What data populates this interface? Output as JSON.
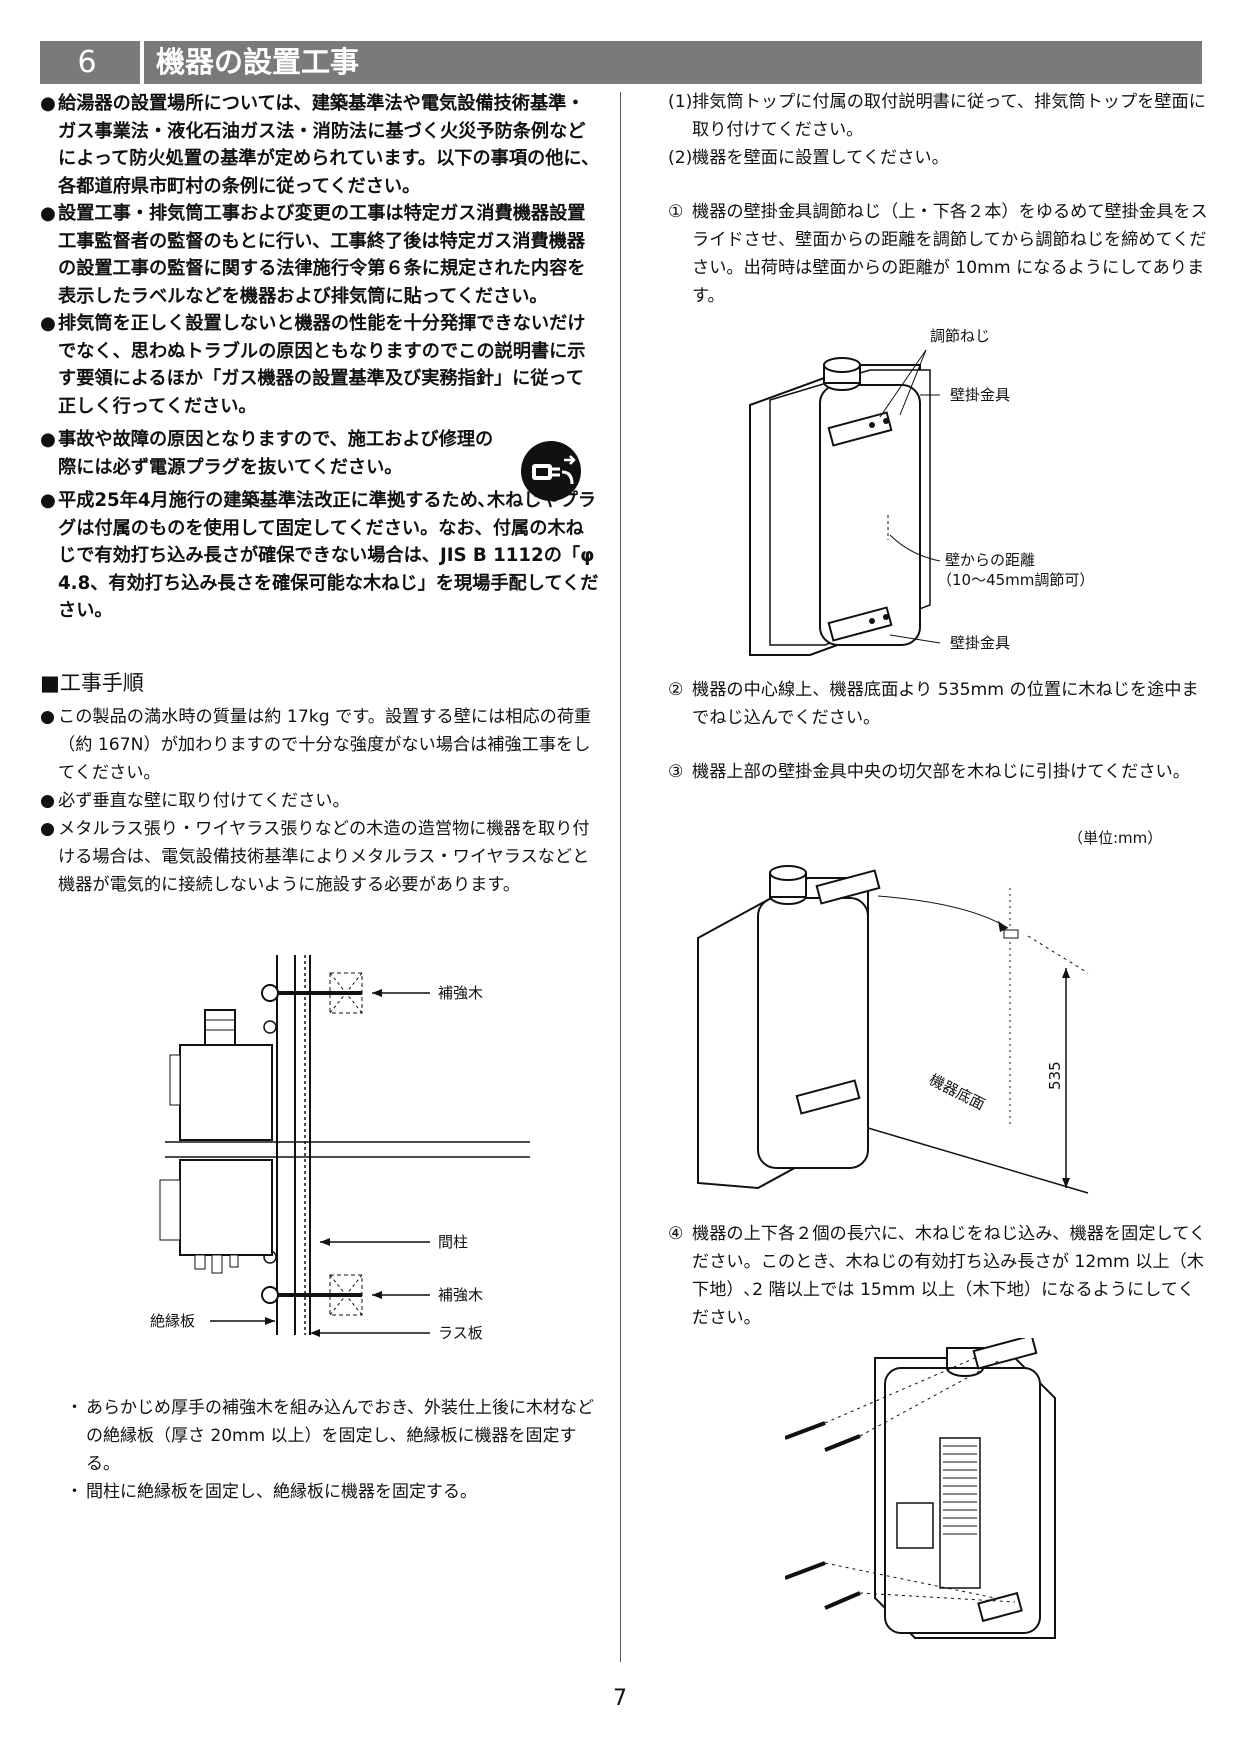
{
  "section": {
    "number": "6",
    "title": "機器の設置工事"
  },
  "left": {
    "bullets": [
      "給湯器の設置場所については、建築基準法や電気設備技術基準・ガス事業法・液化石油ガス法・消防法に基づく火災予防条例などによって防火処置の基準が定められています。以下の事項の他に、各都道府県市町村の条例に従ってください。",
      "設置工事・排気筒工事および変更の工事は特定ガス消費機器設置工事監督者の監督のもとに行い、工事終了後は特定ガス消費機器の設置工事の監督に関する法律施行令第６条に規定された内容を表示したラベルなどを機器および排気筒に貼ってください。",
      "排気筒を正しく設置しないと機器の性能を十分発揮できないだけでなく、思わぬトラブルの原因ともなりますのでこの説明書に示す要領によるほか「ガス機器の設置基準及び実務指針」に従って正しく行ってください。",
      "事故や故障の原因となりますので、施工および修理の際には必ず電源プラグを抜いてください。",
      "平成25年4月施行の建築基準法改正に準拠するため､木ねじやプラグは付属のものを使用して固定してください。なお、付属の木ねじで有効打ち込み長さが確保できない場合は、JIS B 1112の「φ 4.8、有効打ち込み長さを確保可能な木ねじ」を現場手配してください。"
    ],
    "procedure_heading": "■工事手順",
    "procedure_bullets": [
      "この製品の満水時の質量は約 17kg です。設置する壁には相応の荷重（約 167N）が加わりますので十分な強度がない場合は補強工事をしてください。",
      "必ず垂直な壁に取り付けてください。",
      "メタルラス張り・ワイヤラス張りなどの木造の造営物に機器を取り付ける場合は、電気設備技術基準によりメタルラス・ワイヤラスなどと機器が電気的に接続しないように施設する必要があります。"
    ],
    "wall_figure": {
      "label_reinforce_top": "補強木",
      "label_stud": "間柱",
      "label_reinforce_bottom": "補強木",
      "label_insulator": "絶縁板",
      "label_lath": "ラス板"
    },
    "notes": [
      "あらかじめ厚手の補強木を組み込んでおき、外装仕上後に木材などの絶縁板（厚さ 20mm 以上）を固定し、絶縁板に機器を固定する。",
      "間柱に絶縁板を固定し、絶縁板に機器を固定する。"
    ],
    "note_marker": "・",
    "bullet_marker": "●"
  },
  "right": {
    "intro": [
      {
        "lead": "(1)",
        "text": "排気筒トップに付属の取付説明書に従って、排気筒トップを壁面に取り付けてください。"
      },
      {
        "lead": "(2)",
        "text": "機器を壁面に設置してください。"
      }
    ],
    "step1": {
      "lead": "①",
      "text": "機器の壁掛金具調節ねじ（上・下各２本）をゆるめて壁掛金具をスライドさせ、壁面からの距離を調節してから調節ねじを締めてください。出荷時は壁面からの距離が 10mm になるようにしてあります。"
    },
    "fig1": {
      "label_screw": "調節ねじ",
      "label_bracket_top": "壁掛金具",
      "label_distance": "壁からの距離",
      "label_distance_note": "（10〜45mm調節可）",
      "label_bracket_bottom": "壁掛金具"
    },
    "step2": {
      "lead": "②",
      "text": "機器の中心線上、機器底面より 535mm の位置に木ねじを途中までねじ込んでください。"
    },
    "step3": {
      "lead": "③",
      "text": "機器上部の壁掛金具中央の切欠部を木ねじに引掛けてください。"
    },
    "fig2": {
      "unit": "（単位:mm）",
      "dimension": "535",
      "label_bottom": "機器底面"
    },
    "step4": {
      "lead": "④",
      "text": "機器の上下各２個の長穴に、木ねじをねじ込み、機器を固定してください。このとき、木ねじの有効打ち込み長さが 12mm 以上（木下地）､2 階以上では 15mm 以上（木下地）になるようにしてください。"
    }
  },
  "page_number": "7"
}
